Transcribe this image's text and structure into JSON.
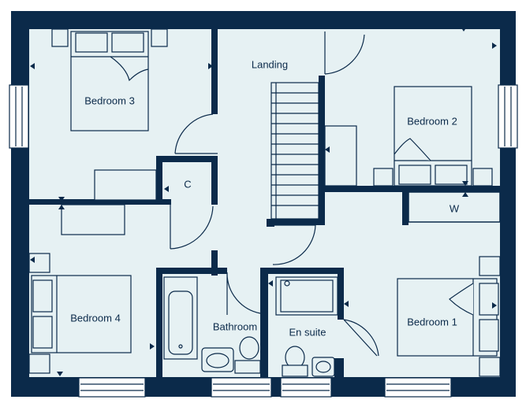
{
  "colors": {
    "wall": "#0b2a4a",
    "floor": "#e6f1f3",
    "furniture": "#e6f1f3",
    "line": "#0b2a4a"
  },
  "rooms": {
    "bedroom3": "Bedroom 3",
    "landing": "Landing",
    "bedroom2": "Bedroom 2",
    "cupboard": "C",
    "wardrobe": "W",
    "bedroom4": "Bedroom 4",
    "bathroom": "Bathroom",
    "ensuite": "En suite",
    "bedroom1": "Bedroom 1"
  }
}
